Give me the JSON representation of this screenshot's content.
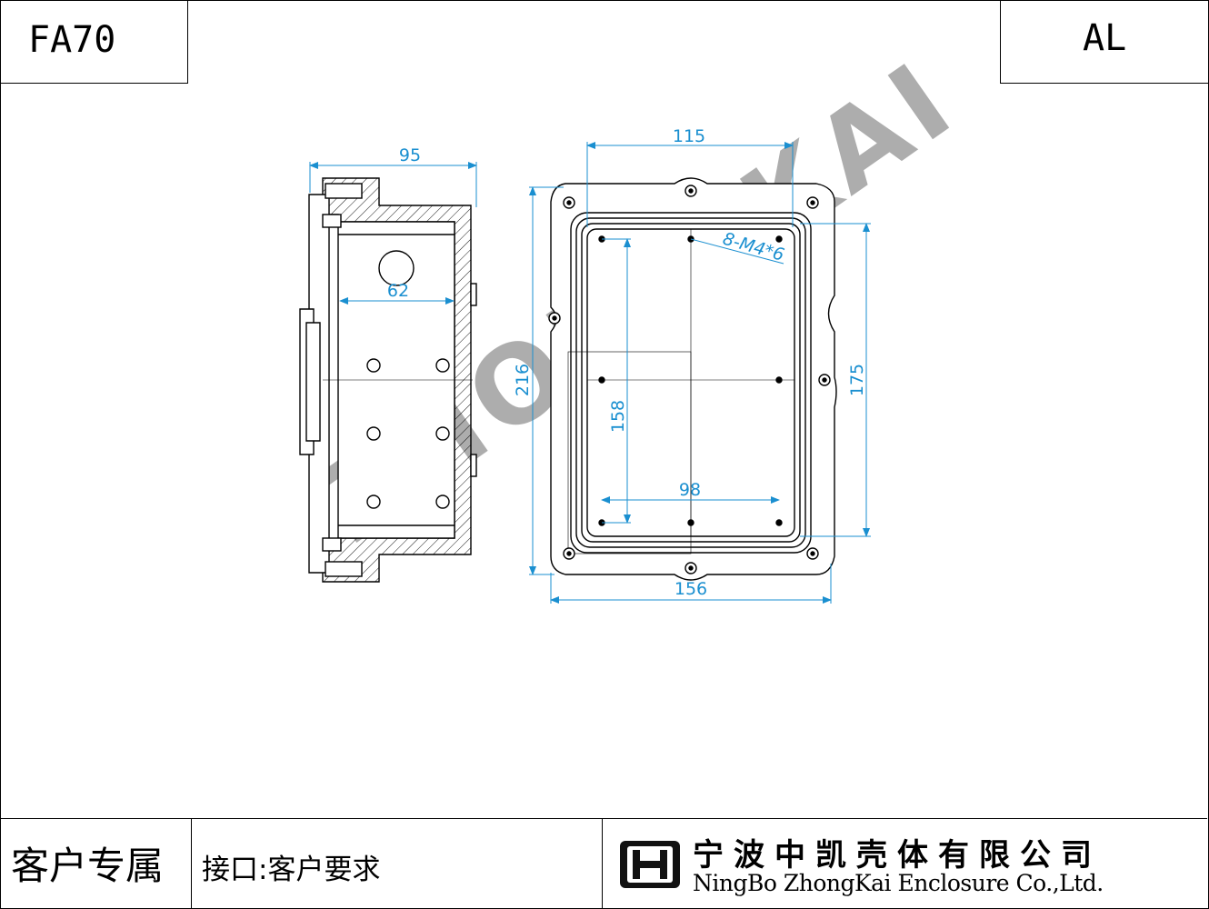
{
  "header": {
    "model": "FA70",
    "material": "AL"
  },
  "watermark": "ZHONG KAI",
  "dimensions": {
    "side_width": "95",
    "side_hole": "62",
    "front_width": "115",
    "front_height_total": "216",
    "front_height_body": "175",
    "front_hole_height": "158",
    "front_hole_width": "98",
    "front_total_width": "156",
    "screw_spec": "8-M4*6"
  },
  "footer": {
    "customer_label": "客户专属",
    "interface_label": "接口:客户要求",
    "company_cn": "宁波中凯壳体有限公司",
    "company_en": "NingBo ZhongKai Enclosure Co.,Ltd."
  }
}
